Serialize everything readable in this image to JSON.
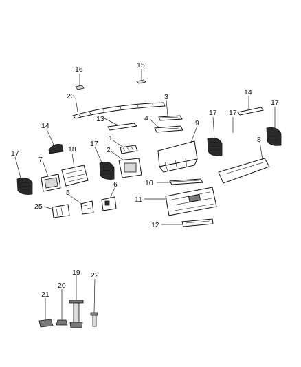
{
  "diagram": {
    "callouts": [
      "16",
      "15",
      "23",
      "3",
      "14",
      "13",
      "4",
      "17",
      "17",
      "9",
      "14",
      "17",
      "1",
      "2",
      "18",
      "7",
      "17",
      "17",
      "8",
      "10",
      "6",
      "11",
      "5",
      "25",
      "12",
      "19",
      "22",
      "20",
      "21"
    ]
  }
}
